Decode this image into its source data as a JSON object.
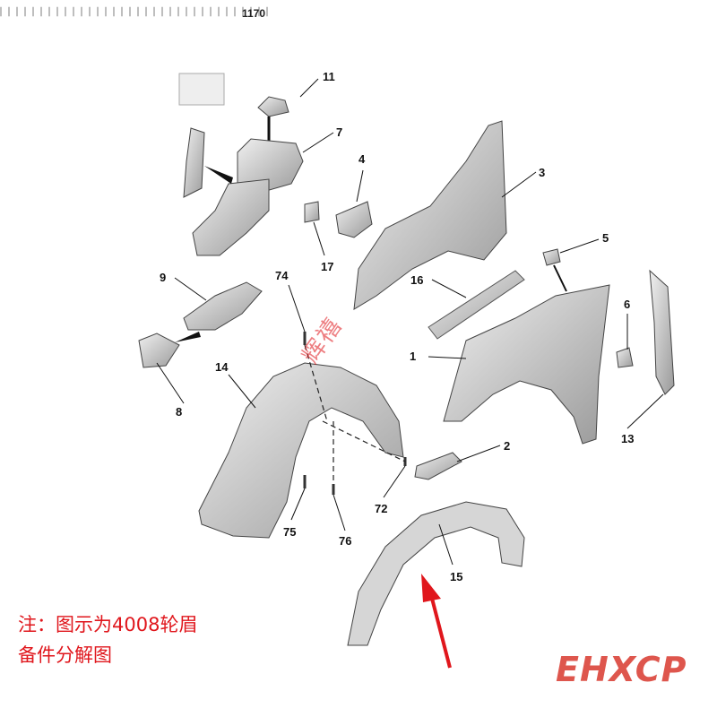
{
  "header": {
    "code": "1170"
  },
  "callouts": [
    {
      "id": "11",
      "label": "11"
    },
    {
      "id": "7",
      "label": "7"
    },
    {
      "id": "4",
      "label": "4"
    },
    {
      "id": "3",
      "label": "3"
    },
    {
      "id": "17",
      "label": "17"
    },
    {
      "id": "5",
      "label": "5"
    },
    {
      "id": "9",
      "label": "9"
    },
    {
      "id": "74",
      "label": "74"
    },
    {
      "id": "16",
      "label": "16"
    },
    {
      "id": "6",
      "label": "6"
    },
    {
      "id": "14",
      "label": "14"
    },
    {
      "id": "1",
      "label": "1"
    },
    {
      "id": "8",
      "label": "8"
    },
    {
      "id": "2",
      "label": "2"
    },
    {
      "id": "13",
      "label": "13"
    },
    {
      "id": "72",
      "label": "72"
    },
    {
      "id": "75",
      "label": "75"
    },
    {
      "id": "76",
      "label": "76"
    },
    {
      "id": "15",
      "label": "15"
    }
  ],
  "note": {
    "line1": "注：图示为4008轮眉",
    "line2": "备件分解图"
  },
  "watermark": "辉禧",
  "logo": "EHXCP",
  "colors": {
    "note_red": "#e0161c",
    "arrow_red": "#e0161c",
    "part_fill": "#d9d9d9",
    "line": "#333333"
  }
}
